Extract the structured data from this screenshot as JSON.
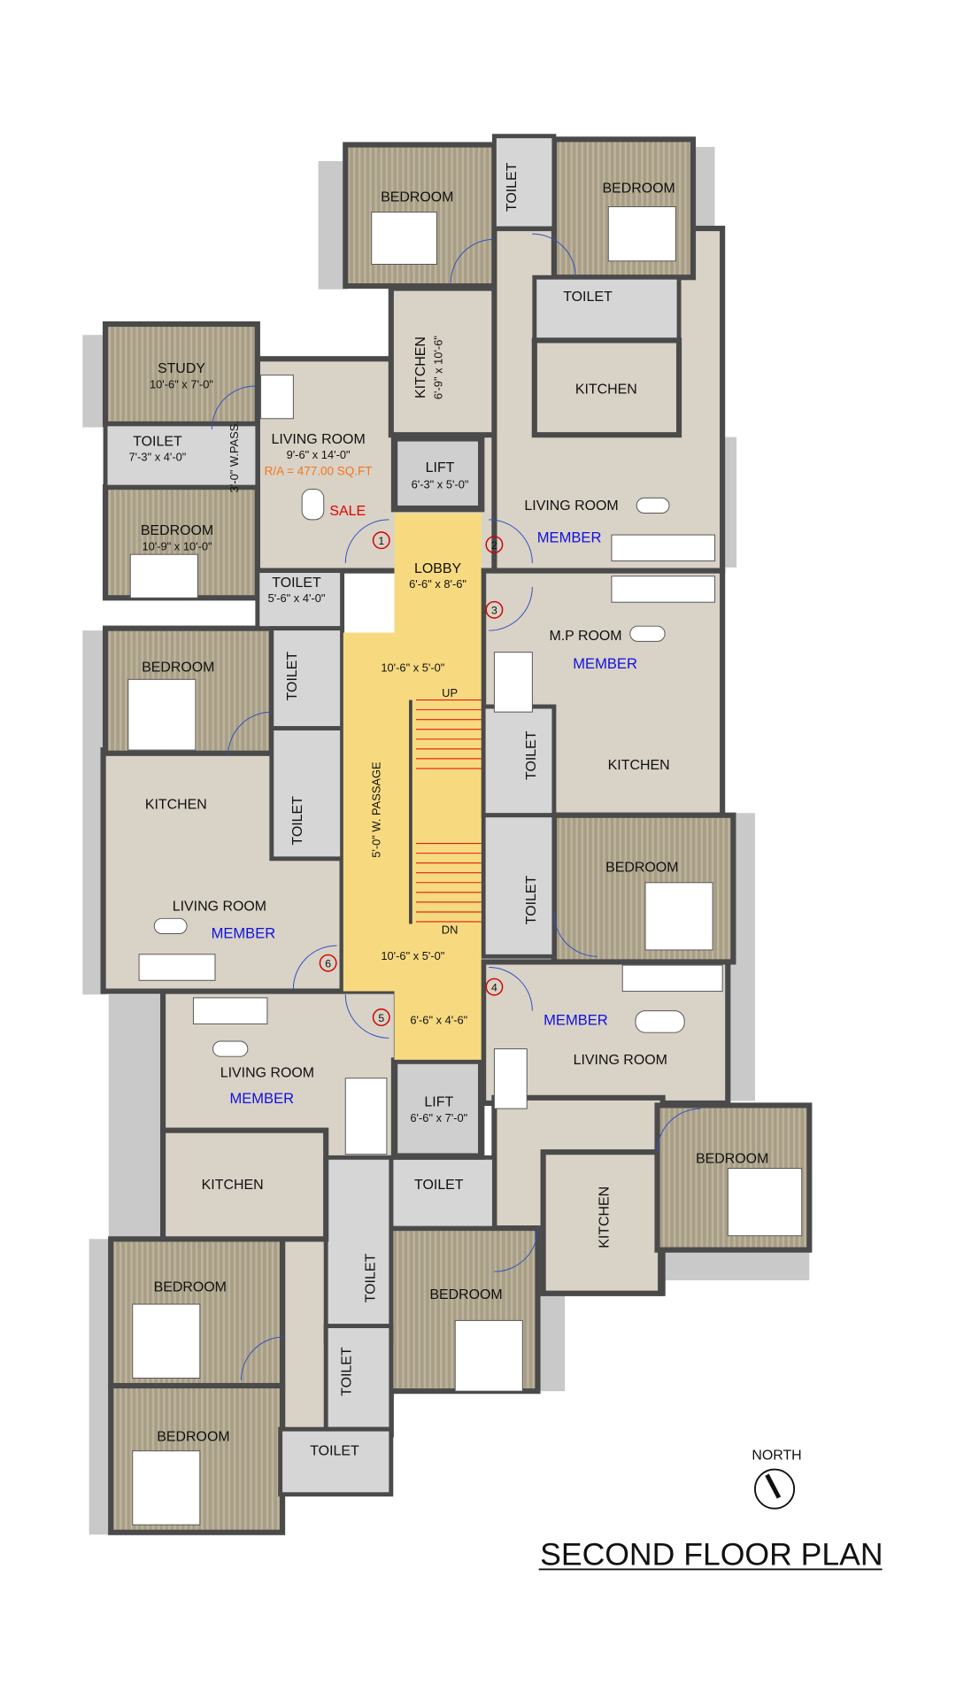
{
  "title": "SECOND FLOOR  PLAN",
  "north_label": "NORTH",
  "colors": {
    "core": "#f7da80",
    "member": "#1010e0",
    "sale": "#e00000",
    "area": "#f07820",
    "wall": "#4a4a4a",
    "floor": "#d9d2c6"
  },
  "labels": {
    "bed_tl": "BEDROOM",
    "bed_tr": "BEDROOM",
    "toilet_top": "TOILET",
    "toilet_tr": "TOILET",
    "kitchen_tr": "KITCHEN",
    "kitchen_tl": "KITCHEN",
    "kitchen_tl_dim": "6'-9\" x 10'-6\"",
    "study": "STUDY",
    "study_dim": "10'-6\" x 7'-0\"",
    "toilet_l1": "TOILET",
    "toilet_l1_dim": "7'-3\" x 4'-0\"",
    "wpass": "3'-0\" W.PASS.",
    "living_sale": "LIVING ROOM",
    "living_sale_dim": "9'-6\" x 14'-0\"",
    "area": "R/A = 477.00 SQ.FT",
    "sale": "SALE",
    "lift_top": "LIFT",
    "lift_top_dim": "6'-3\" x 5'-0\"",
    "living_tr": "LIVING ROOM",
    "member_tr": "MEMBER",
    "bed_l1": "BEDROOM",
    "bed_l1_dim": "10'-9\" x 10'-0\"",
    "lobby": "LOBBY",
    "lobby_dim": "6'-6\" x 8'-6\"",
    "toilet_l2": "TOILET",
    "toilet_l2_dim": "5'-6\" x 4'-0\"",
    "mp_room": "M.P ROOM",
    "member_mp": "MEMBER",
    "bed_l2": "BEDROOM",
    "toilet_l3": "TOILET",
    "passage_dim_top": "10'-6\" x 5'-0\"",
    "up": "UP",
    "passage": "5'-0\" W. PASSAGE",
    "toilet_r1": "TOILET",
    "kitchen_r1": "KITCHEN",
    "kitchen_l2": "KITCHEN",
    "toilet_l4": "TOILET",
    "bed_r1": "BEDROOM",
    "toilet_r2": "TOILET",
    "living_l2": "LIVING ROOM",
    "member_l2": "MEMBER",
    "dn": "DN",
    "passage_dim_bot": "10'-6\" x 5'-0\"",
    "member_r2": "MEMBER",
    "living_r2": "LIVING ROOM",
    "lobby_bot_dim": "6'-6\" x 4'-6\"",
    "living_l3": "LIVING ROOM",
    "member_l3": "MEMBER",
    "lift_bot": "LIFT",
    "lift_bot_dim": "6'-6\" x 7'-0\"",
    "bed_r2": "BEDROOM",
    "kitchen_r2": "KITCHEN",
    "kitchen_l3": "KITCHEN",
    "toilet_b1": "TOILET",
    "bed_l3": "BEDROOM",
    "toilet_b2": "TOILET",
    "bed_b1": "BEDROOM",
    "toilet_b3": "TOILET",
    "bed_l4": "BEDROOM",
    "toilet_b4": "TOILET"
  },
  "doors": [
    "1",
    "2",
    "3",
    "4",
    "5",
    "6"
  ]
}
